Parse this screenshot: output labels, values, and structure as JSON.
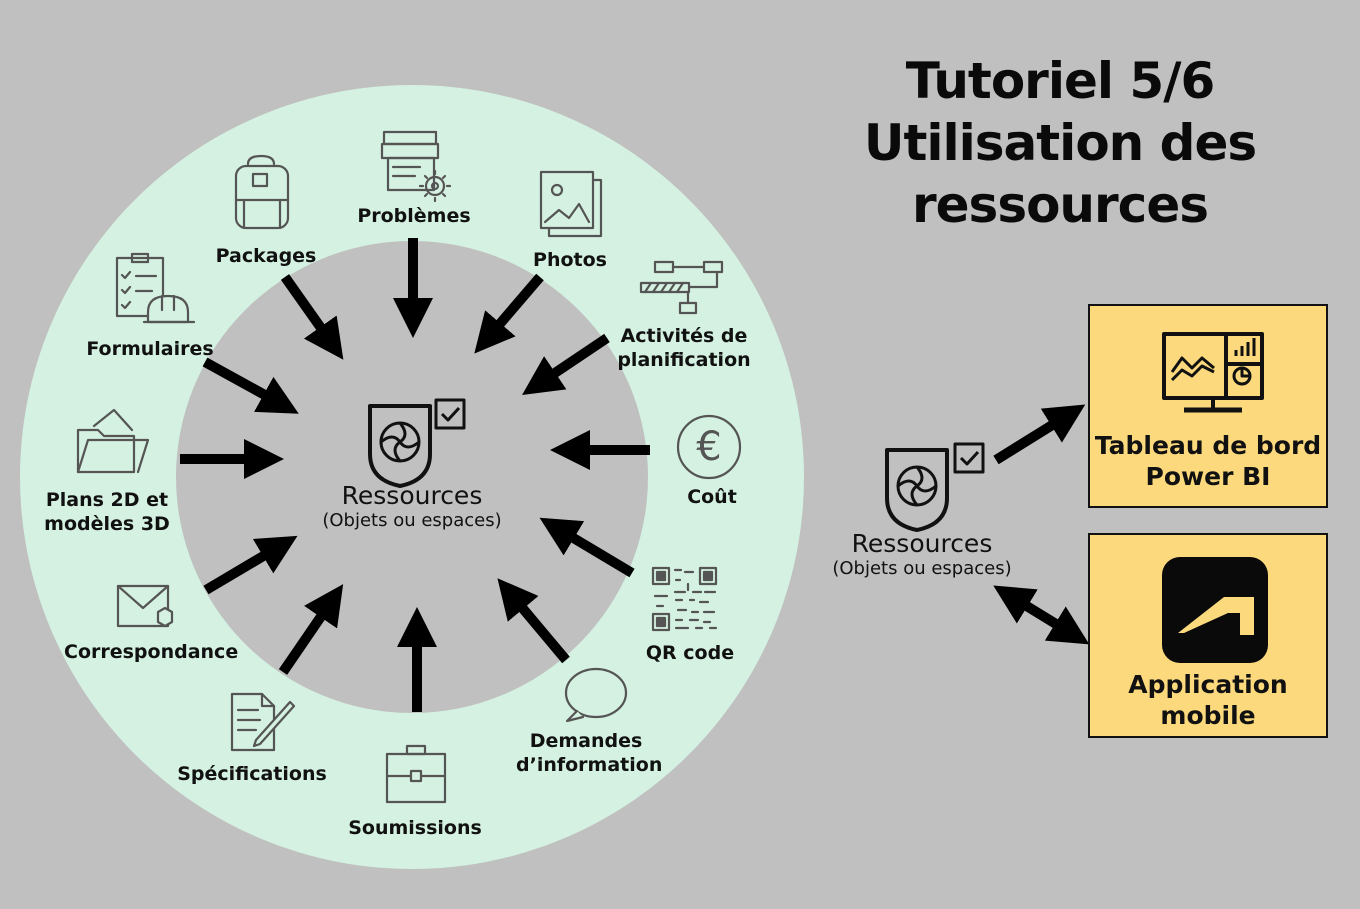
{
  "title": {
    "line1": "Tutoriel 5/6",
    "line2": "Utilisation des",
    "line3": "ressources"
  },
  "hub": {
    "label": "Ressources",
    "sublabel": "(Objets ou espaces)"
  },
  "sources": {
    "problemes": "Problèmes",
    "packages": "Packages",
    "photos": "Photos",
    "formulaires": "Formulaires",
    "activites": {
      "line1": "Activités de",
      "line2": "planification"
    },
    "plans": {
      "line1": "Plans 2D et",
      "line2": "modèles 3D"
    },
    "cout": "Coût",
    "correspondance": "Correspondance",
    "qr": "QR code",
    "specifications": "Spécifications",
    "demandes": {
      "line1": "Demandes",
      "line2": "d’information"
    },
    "soumissions": "Soumissions"
  },
  "outputs": {
    "resource": {
      "label": "Ressources",
      "sublabel": "(Objets ou espaces)"
    },
    "powerbi": {
      "line1": "Tableau de bord",
      "line2": "Power BI"
    },
    "mobile": {
      "line1": "Application",
      "line2": "mobile"
    }
  },
  "colors": {
    "background": "#c0c0c0",
    "ring": "#d4f1e1",
    "output_box": "#fcd97c",
    "icon_stroke": "#555555",
    "arrow": "#000000"
  }
}
